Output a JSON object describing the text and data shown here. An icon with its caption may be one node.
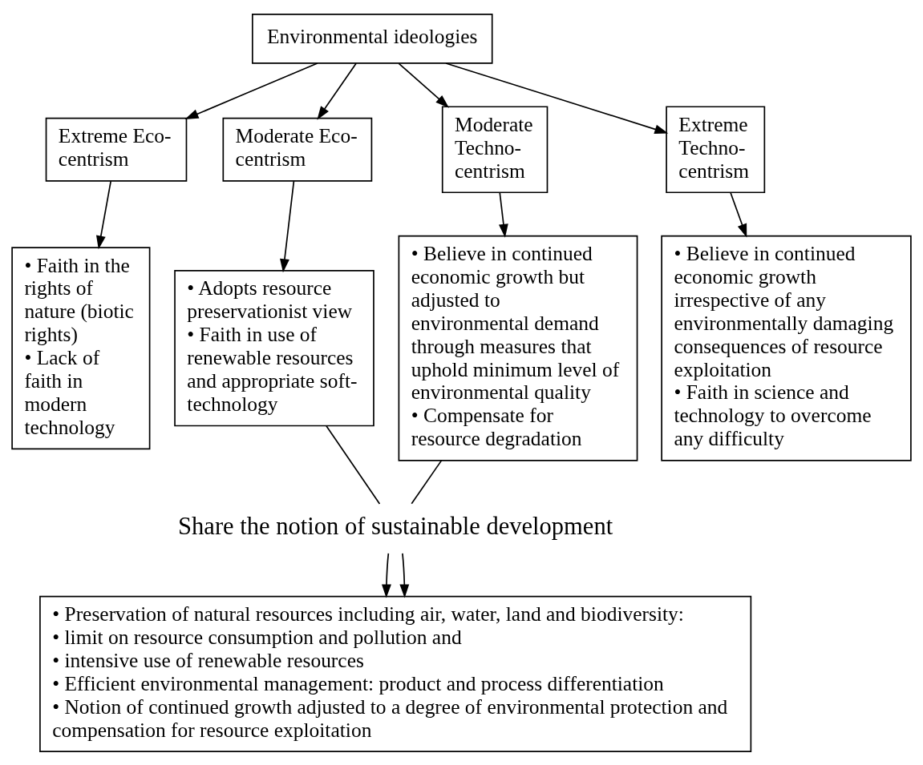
{
  "diagram": {
    "nodes": [
      {
        "text": [
          "Environmental ideologies"
        ]
      },
      {
        "text": [
          "Extreme Eco-centrism"
        ]
      },
      {
        "text": [
          "Moderate Eco-centrism"
        ]
      },
      {
        "text": [
          "Moderate Techno-centrism"
        ]
      },
      {
        "text": [
          "Extreme Techno-centrism"
        ]
      },
      {
        "text": [
          "• Faith in the rights of nature (biotic rights)",
          "• Lack of faith in modern technology"
        ]
      },
      {
        "text": [
          "• Adopts resource preservationist view",
          "• Faith in use of renewable resources and appropriate soft-technology"
        ]
      },
      {
        "text": [
          "• Believe in continued economic growth but adjusted to environmental demand through measures that uphold minimum level of environmental quality",
          "• Compensate for resource degradation"
        ]
      },
      {
        "text": [
          "• Believe in continued economic growth irrespective of any environmentally damaging consequences of resource exploitation",
          "• Faith in science and technology to overcome any difficulty"
        ]
      },
      {
        "text": [
          "Share the notion of sustainable development"
        ]
      },
      {
        "text": [
          "• Preservation of natural resources including air, water, land and biodiversity:",
          "• limit on resource consumption and pollution and",
          "• intensive use of renewable resources",
          "• Efficient environmental management: product and process differentiation",
          "• Notion of continued growth adjusted to a degree of environmental protection and compensation for resource exploitation"
        ]
      }
    ],
    "edges": [
      {
        "from": 0,
        "to": 1,
        "arrow": "to"
      },
      {
        "from": 0,
        "to": 2,
        "arrow": "to"
      },
      {
        "from": 0,
        "to": 3,
        "arrow": "to"
      },
      {
        "from": 0,
        "to": 4,
        "arrow": "to"
      },
      {
        "from": 1,
        "to": 5,
        "arrow": "to"
      },
      {
        "from": 2,
        "to": 6,
        "arrow": "to"
      },
      {
        "from": 3,
        "to": 7,
        "arrow": "to"
      },
      {
        "from": 4,
        "to": 8,
        "arrow": "to"
      },
      {
        "from": 6,
        "to": 9,
        "arrow": "none"
      },
      {
        "from": 7,
        "to": 9,
        "arrow": "none"
      },
      {
        "from": 9,
        "to": 10,
        "arrow": "to"
      },
      {
        "from": 9,
        "to": 10,
        "arrow": "to"
      }
    ]
  }
}
